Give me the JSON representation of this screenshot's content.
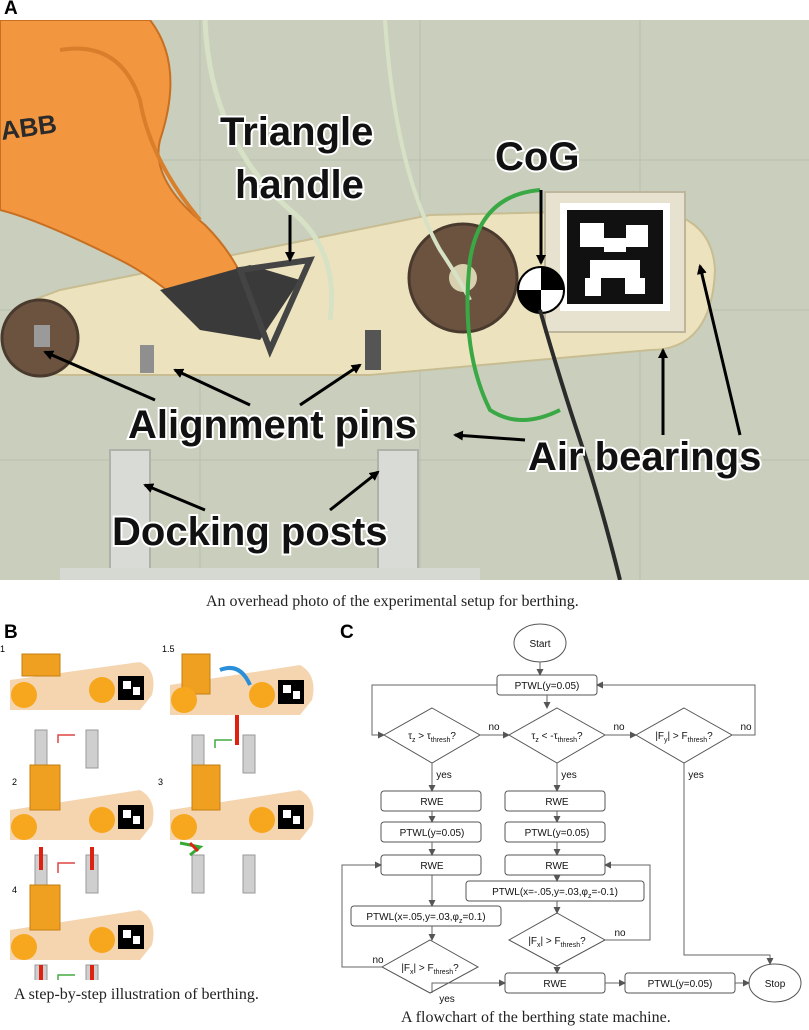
{
  "panels": {
    "a": {
      "letter": "A",
      "caption": "An overhead photo of the experimental setup for berthing."
    },
    "b": {
      "letter": "B",
      "caption": "A step-by-step illustration of berthing."
    },
    "c": {
      "letter": "C",
      "caption": "A flowchart of the berthing state machine."
    }
  },
  "photo_labels": {
    "triangle_handle": [
      "Triangle",
      "handle"
    ],
    "cog": "CoG",
    "alignment_pins": "Alignment pins",
    "air_bearings": "Air bearings",
    "docking_posts": "Docking posts",
    "robot_logo": "ABB"
  },
  "steps": [
    "1",
    "1.5",
    "2",
    "3",
    "4"
  ],
  "flowchart": {
    "start": "Start",
    "ptwl_top": "PTWL(y=0.05)",
    "cond_tz_pos": [
      "τ",
      "z",
      " > τ",
      "thresh",
      "?"
    ],
    "cond_tz_neg": [
      "τ",
      "z",
      " < -τ",
      "thresh",
      "?"
    ],
    "cond_fy": [
      "|F",
      "y",
      "| > F",
      "thresh",
      "?"
    ],
    "no": "no",
    "yes": "yes",
    "rwe": "RWE",
    "ptwl_y": "PTWL(y=0.05)",
    "ptwl_left": [
      "PTWL(x=.05,y=.03,φ",
      "z",
      "=0.1)"
    ],
    "ptwl_right": [
      "PTWL(x=-.05,y=.03,φ",
      "z",
      "=-0.1)"
    ],
    "cond_fx_left": [
      "|F",
      "x",
      "| > F",
      "thresh",
      "?"
    ],
    "cond_fx_right": [
      "|F",
      "x",
      "| > F",
      "thresh",
      "?"
    ],
    "ptwl_end": "PTWL(y=0.05)",
    "stop": "Stop"
  }
}
